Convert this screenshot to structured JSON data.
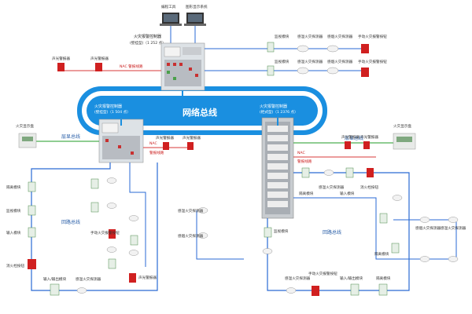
{
  "network": {
    "label": "网络总线"
  },
  "panels": {
    "top": {
      "title": "火灾报警控制器",
      "sub": "(壁挂型)（1 252 点）"
    },
    "left": {
      "title": "火灾报警控制器",
      "sub": "(壁挂型)（1 504 点）"
    },
    "right": {
      "title": "火灾报警控制器",
      "sub": "(柜式型)（1 2376 点）"
    }
  },
  "computers": {
    "left": "编程工具",
    "right": "图形显示系统"
  },
  "buses": {
    "floor_left": "层显总线",
    "floor_right": "层显总线",
    "loop_left": "回路总线",
    "loop_right": "回路总线"
  },
  "nac": {
    "left_top": "NAC 警报线路",
    "left_mid": "警报线路",
    "right": "警报线路",
    "left_mid_nac": "NAC",
    "right_nac": "NAC"
  },
  "devices": {
    "sounder": "声光警报器",
    "monitor": "监视模块",
    "smoke": "感温火灾探测器",
    "smoke2": "感烟火灾探测器",
    "manual": "手动火灾报警按钮",
    "isolator": "隔离模块",
    "io": "输入模块",
    "io_out": "输入/输出模块",
    "hydrant": "消火栓按钮",
    "repeater_left": "火灾显示盘",
    "repeater_right": "火灾显示盘",
    "input": "输入模块"
  },
  "colors": {
    "network": "#1a8fe0",
    "bus": "#2a6ad4",
    "floor": "#4caf50",
    "nac": "#d93a3a"
  }
}
